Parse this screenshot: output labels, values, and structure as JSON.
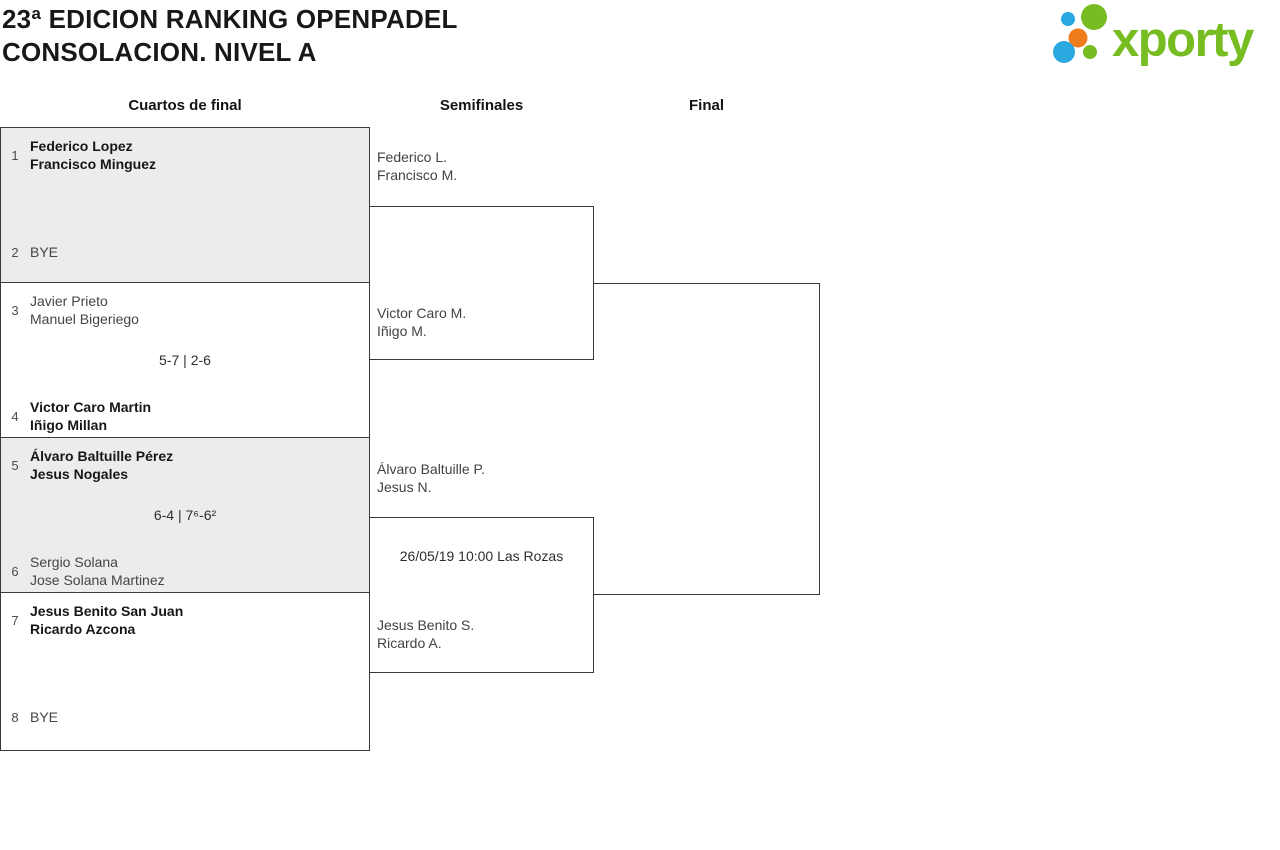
{
  "header": {
    "title_line1": "23ª EDICION RANKING OPENPADEL",
    "title_line2": "CONSOLACION. NIVEL A"
  },
  "logo": {
    "brand": "xporty",
    "colors": {
      "blue": "#29a9e0",
      "green": "#77bd22",
      "orange": "#ee7c1b"
    }
  },
  "columns": {
    "quarterfinals": "Cuartos de final",
    "semifinals": "Semifinales",
    "final": "Final"
  },
  "quarterfinals": [
    {
      "team1": {
        "seed": "1",
        "line1": "Federico Lopez",
        "line2": "Francisco Minguez",
        "winner": true
      },
      "score": "",
      "team2": {
        "seed": "2",
        "line1": "BYE",
        "line2": "",
        "winner": false
      }
    },
    {
      "team1": {
        "seed": "3",
        "line1": "Javier Prieto",
        "line2": "Manuel Bigeriego",
        "winner": false
      },
      "score": "5-7 | 2-6",
      "team2": {
        "seed": "4",
        "line1": "Victor Caro Martin",
        "line2": "Iñigo Millan",
        "winner": true
      }
    },
    {
      "team1": {
        "seed": "5",
        "line1": "Álvaro Baltuille Pérez",
        "line2": "Jesus Nogales",
        "winner": true
      },
      "score": "6-4 | 7⁶-6²",
      "team2": {
        "seed": "6",
        "line1": "Sergio Solana",
        "line2": "Jose Solana Martinez",
        "winner": false
      }
    },
    {
      "team1": {
        "seed": "7",
        "line1": "Jesus Benito San Juan",
        "line2": "Ricardo Azcona",
        "winner": true
      },
      "score": "",
      "team2": {
        "seed": "8",
        "line1": "BYE",
        "line2": "",
        "winner": false
      }
    }
  ],
  "semifinals": [
    {
      "team1": {
        "line1": "Federico L.",
        "line2": "Francisco M."
      },
      "info": "",
      "team2": {
        "line1": "Victor Caro M.",
        "line2": "Iñigo M."
      }
    },
    {
      "team1": {
        "line1": "Álvaro Baltuille P.",
        "line2": "Jesus N."
      },
      "info": "26/05/19 10:00 Las Rozas",
      "team2": {
        "line1": "Jesus Benito S.",
        "line2": "Ricardo A."
      }
    }
  ]
}
